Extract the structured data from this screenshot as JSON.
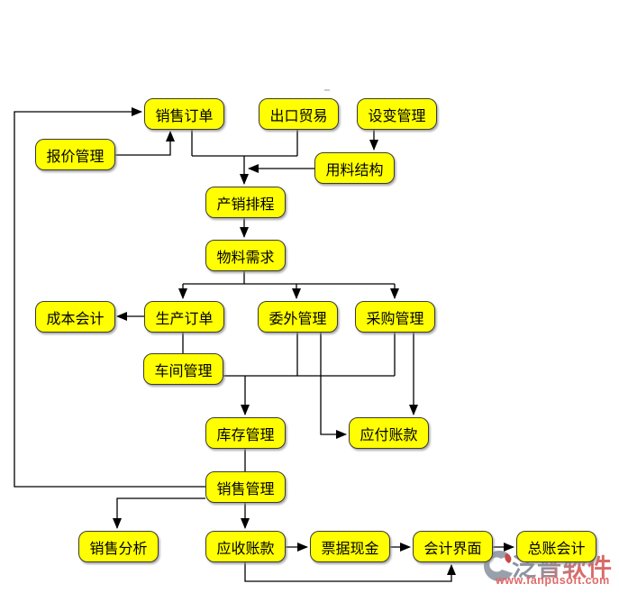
{
  "nodes": {
    "sales_order": {
      "label": "销售订单"
    },
    "export_trade": {
      "label": "出口贸易"
    },
    "design_change": {
      "label": "设变管理"
    },
    "quote_mgmt": {
      "label": "报价管理"
    },
    "material_structure": {
      "label": "用料结构"
    },
    "prod_sched": {
      "label": "产销排程"
    },
    "material_req": {
      "label": "物料需求"
    },
    "cost_acct": {
      "label": "成本会计"
    },
    "prod_order": {
      "label": "生产订单"
    },
    "outsourcing": {
      "label": "委外管理"
    },
    "purchasing": {
      "label": "采购管理"
    },
    "workshop": {
      "label": "车间管理"
    },
    "inventory": {
      "label": "库存管理"
    },
    "payable": {
      "label": "应付账款"
    },
    "sales_mgmt": {
      "label": "销售管理"
    },
    "sales_analysis": {
      "label": "销售分析"
    },
    "receivable": {
      "label": "应收账款"
    },
    "notes_cash": {
      "label": "票据现金"
    },
    "acct_interface": {
      "label": "会计界面"
    },
    "gl_acct": {
      "label": "总账会计"
    }
  },
  "edges": [
    {
      "from": "sales_mgmt",
      "to": "sales_order",
      "arrow": true,
      "note": "feedback loop along left side"
    },
    {
      "from": "quote_mgmt",
      "to": "sales_order",
      "arrow": true
    },
    {
      "from": "sales_order",
      "to": "prod_sched",
      "arrow": true
    },
    {
      "from": "export_trade",
      "to": "prod_sched",
      "arrow": true
    },
    {
      "from": "material_structure",
      "to": "prod_sched",
      "arrow": true
    },
    {
      "from": "design_change",
      "to": "material_structure",
      "arrow": true
    },
    {
      "from": "prod_sched",
      "to": "material_req",
      "arrow": true
    },
    {
      "from": "material_req",
      "to": "prod_order",
      "arrow": true
    },
    {
      "from": "material_req",
      "to": "outsourcing",
      "arrow": true
    },
    {
      "from": "material_req",
      "to": "purchasing",
      "arrow": true
    },
    {
      "from": "prod_order",
      "to": "cost_acct",
      "arrow": true
    },
    {
      "from": "prod_order",
      "to": "workshop",
      "arrow": false
    },
    {
      "from": "workshop",
      "to": "inventory",
      "arrow": true
    },
    {
      "from": "outsourcing",
      "to": "inventory",
      "arrow": true
    },
    {
      "from": "purchasing",
      "to": "inventory",
      "arrow": true
    },
    {
      "from": "outsourcing",
      "to": "payable",
      "arrow": true
    },
    {
      "from": "purchasing",
      "to": "payable",
      "arrow": true
    },
    {
      "from": "inventory",
      "to": "sales_mgmt",
      "arrow": false
    },
    {
      "from": "sales_mgmt",
      "to": "sales_analysis",
      "arrow": true
    },
    {
      "from": "sales_mgmt",
      "to": "receivable",
      "arrow": true
    },
    {
      "from": "receivable",
      "to": "notes_cash",
      "arrow": true
    },
    {
      "from": "notes_cash",
      "to": "acct_interface",
      "arrow": true
    },
    {
      "from": "acct_interface",
      "to": "gl_acct",
      "arrow": true
    },
    {
      "from": "receivable",
      "to": "acct_interface",
      "arrow": true,
      "note": "via bottom route"
    }
  ],
  "logo": {
    "name": "泛普软件",
    "url": "www.fanpusoft.com"
  },
  "colors": {
    "node_fill": "#ffff00",
    "node_border": "#3a3a3a",
    "connector": "#000000",
    "background": "#ffffff",
    "logo_gray": "#8a93a2",
    "logo_red": "#d96a6a"
  }
}
